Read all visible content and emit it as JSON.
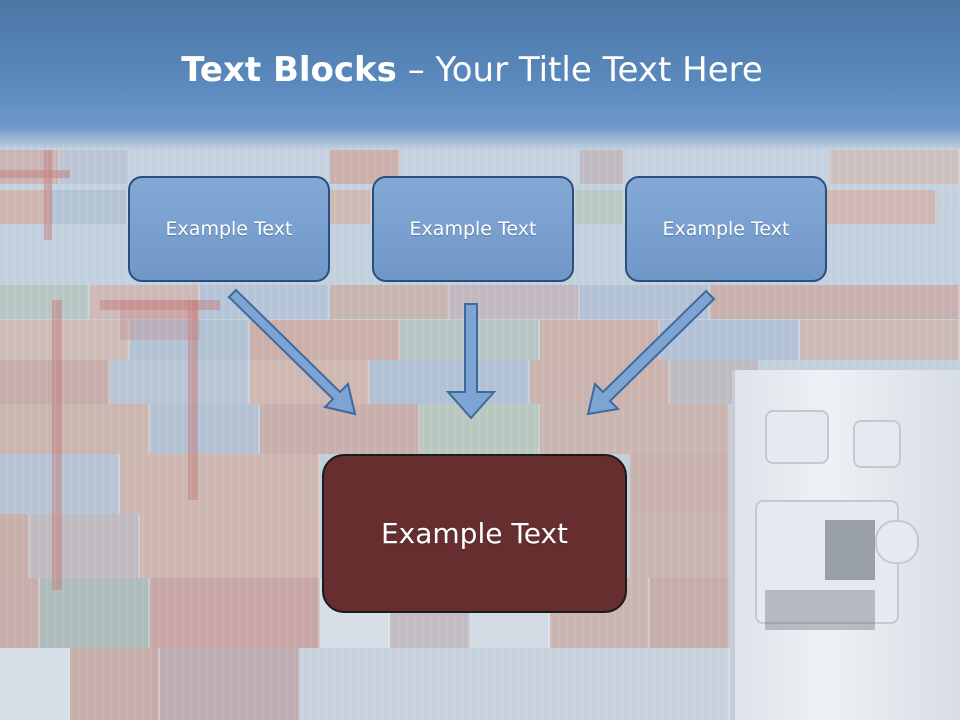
{
  "slide": {
    "title_bold": "Text Blocks",
    "title_rest": " – Your Title Text Here"
  },
  "blocks": [
    {
      "label": "Example Text"
    },
    {
      "label": "Example Text"
    },
    {
      "label": "Example Text"
    }
  ],
  "main_block": {
    "label": "Example Text"
  },
  "colors": {
    "header": "#5a89bd",
    "box_fill": "#7aa1d0",
    "box_border": "#2a4f7e",
    "main_fill": "#662e2e",
    "arrow_fill": "#7ea4d3"
  },
  "background": {
    "image": "container-yard-photo"
  }
}
